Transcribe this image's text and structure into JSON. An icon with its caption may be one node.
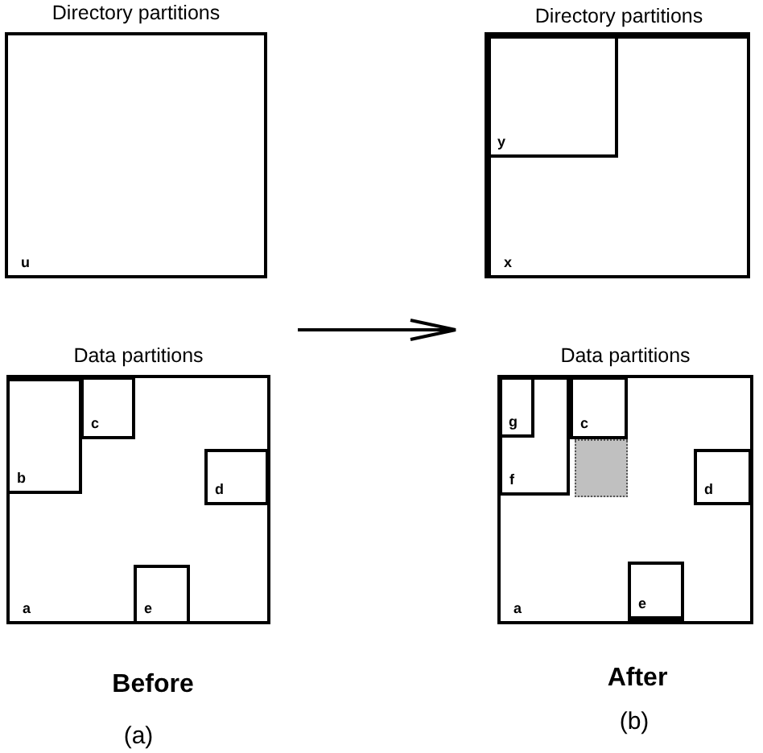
{
  "diagram": {
    "nodes": [
      {
        "text": [
          "Directory partitions",
          "u"
        ]
      },
      {
        "text": [
          "Directory partitions",
          "x"
        ]
      },
      {
        "text": [
          "y"
        ],
        "in": 1
      },
      {
        "text": [
          "Data partitions",
          "a"
        ]
      },
      {
        "text": [
          "b"
        ],
        "in": 3
      },
      {
        "text": [
          "c"
        ],
        "in": 3
      },
      {
        "text": [
          "d"
        ],
        "in": 3
      },
      {
        "text": [
          "e"
        ],
        "in": 3
      },
      {
        "text": [
          "Data partitions",
          "a"
        ]
      },
      {
        "text": [
          "f"
        ],
        "in": 8
      },
      {
        "text": [
          "g"
        ],
        "in": 9
      },
      {
        "text": [
          "c"
        ],
        "in": 8
      },
      {
        "text": [],
        "shape": "box",
        "in": 8
      },
      {
        "text": [
          "d"
        ],
        "in": 8
      },
      {
        "text": [
          "e"
        ],
        "in": 8
      }
    ],
    "labels": [
      "Before",
      "(a)",
      "After",
      "(b)"
    ]
  }
}
